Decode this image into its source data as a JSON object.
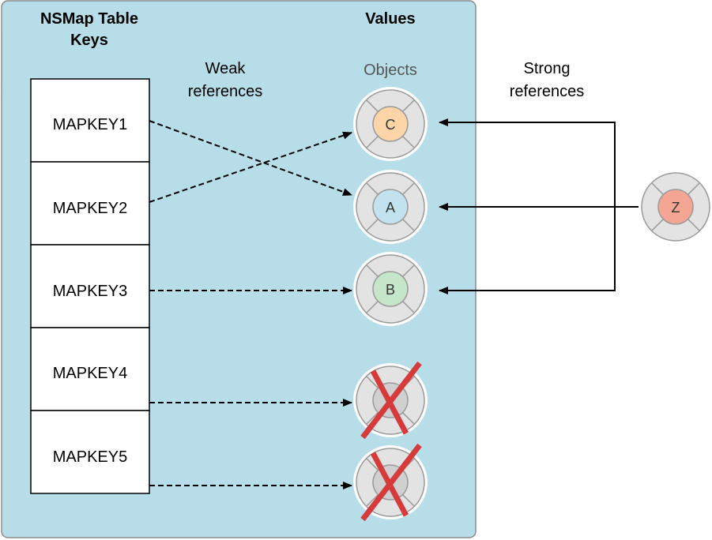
{
  "title": {
    "keys_line1": "NSMap Table",
    "keys_line2": "Keys",
    "values": "Values"
  },
  "labels": {
    "weak_line1": "Weak",
    "weak_line2": "references",
    "objects": "Objects",
    "strong_line1": "Strong",
    "strong_line2": "references"
  },
  "keys": [
    "MAPKEY1",
    "MAPKEY2",
    "MAPKEY3",
    "MAPKEY4",
    "MAPKEY5"
  ],
  "objects": [
    {
      "letter": "C",
      "color": "#fbd5a8",
      "deallocated": false
    },
    {
      "letter": "A",
      "color": "#c3e2ef",
      "deallocated": false
    },
    {
      "letter": "B",
      "color": "#c5e6c8",
      "deallocated": false
    },
    {
      "letter": "",
      "color": "#d0d0d0",
      "deallocated": true
    },
    {
      "letter": "",
      "color": "#d0d0d0",
      "deallocated": true
    }
  ],
  "external_object": {
    "letter": "Z",
    "color": "#f4a594"
  },
  "colors": {
    "panel": "#b7dde9",
    "cross": "#d63a3a"
  }
}
